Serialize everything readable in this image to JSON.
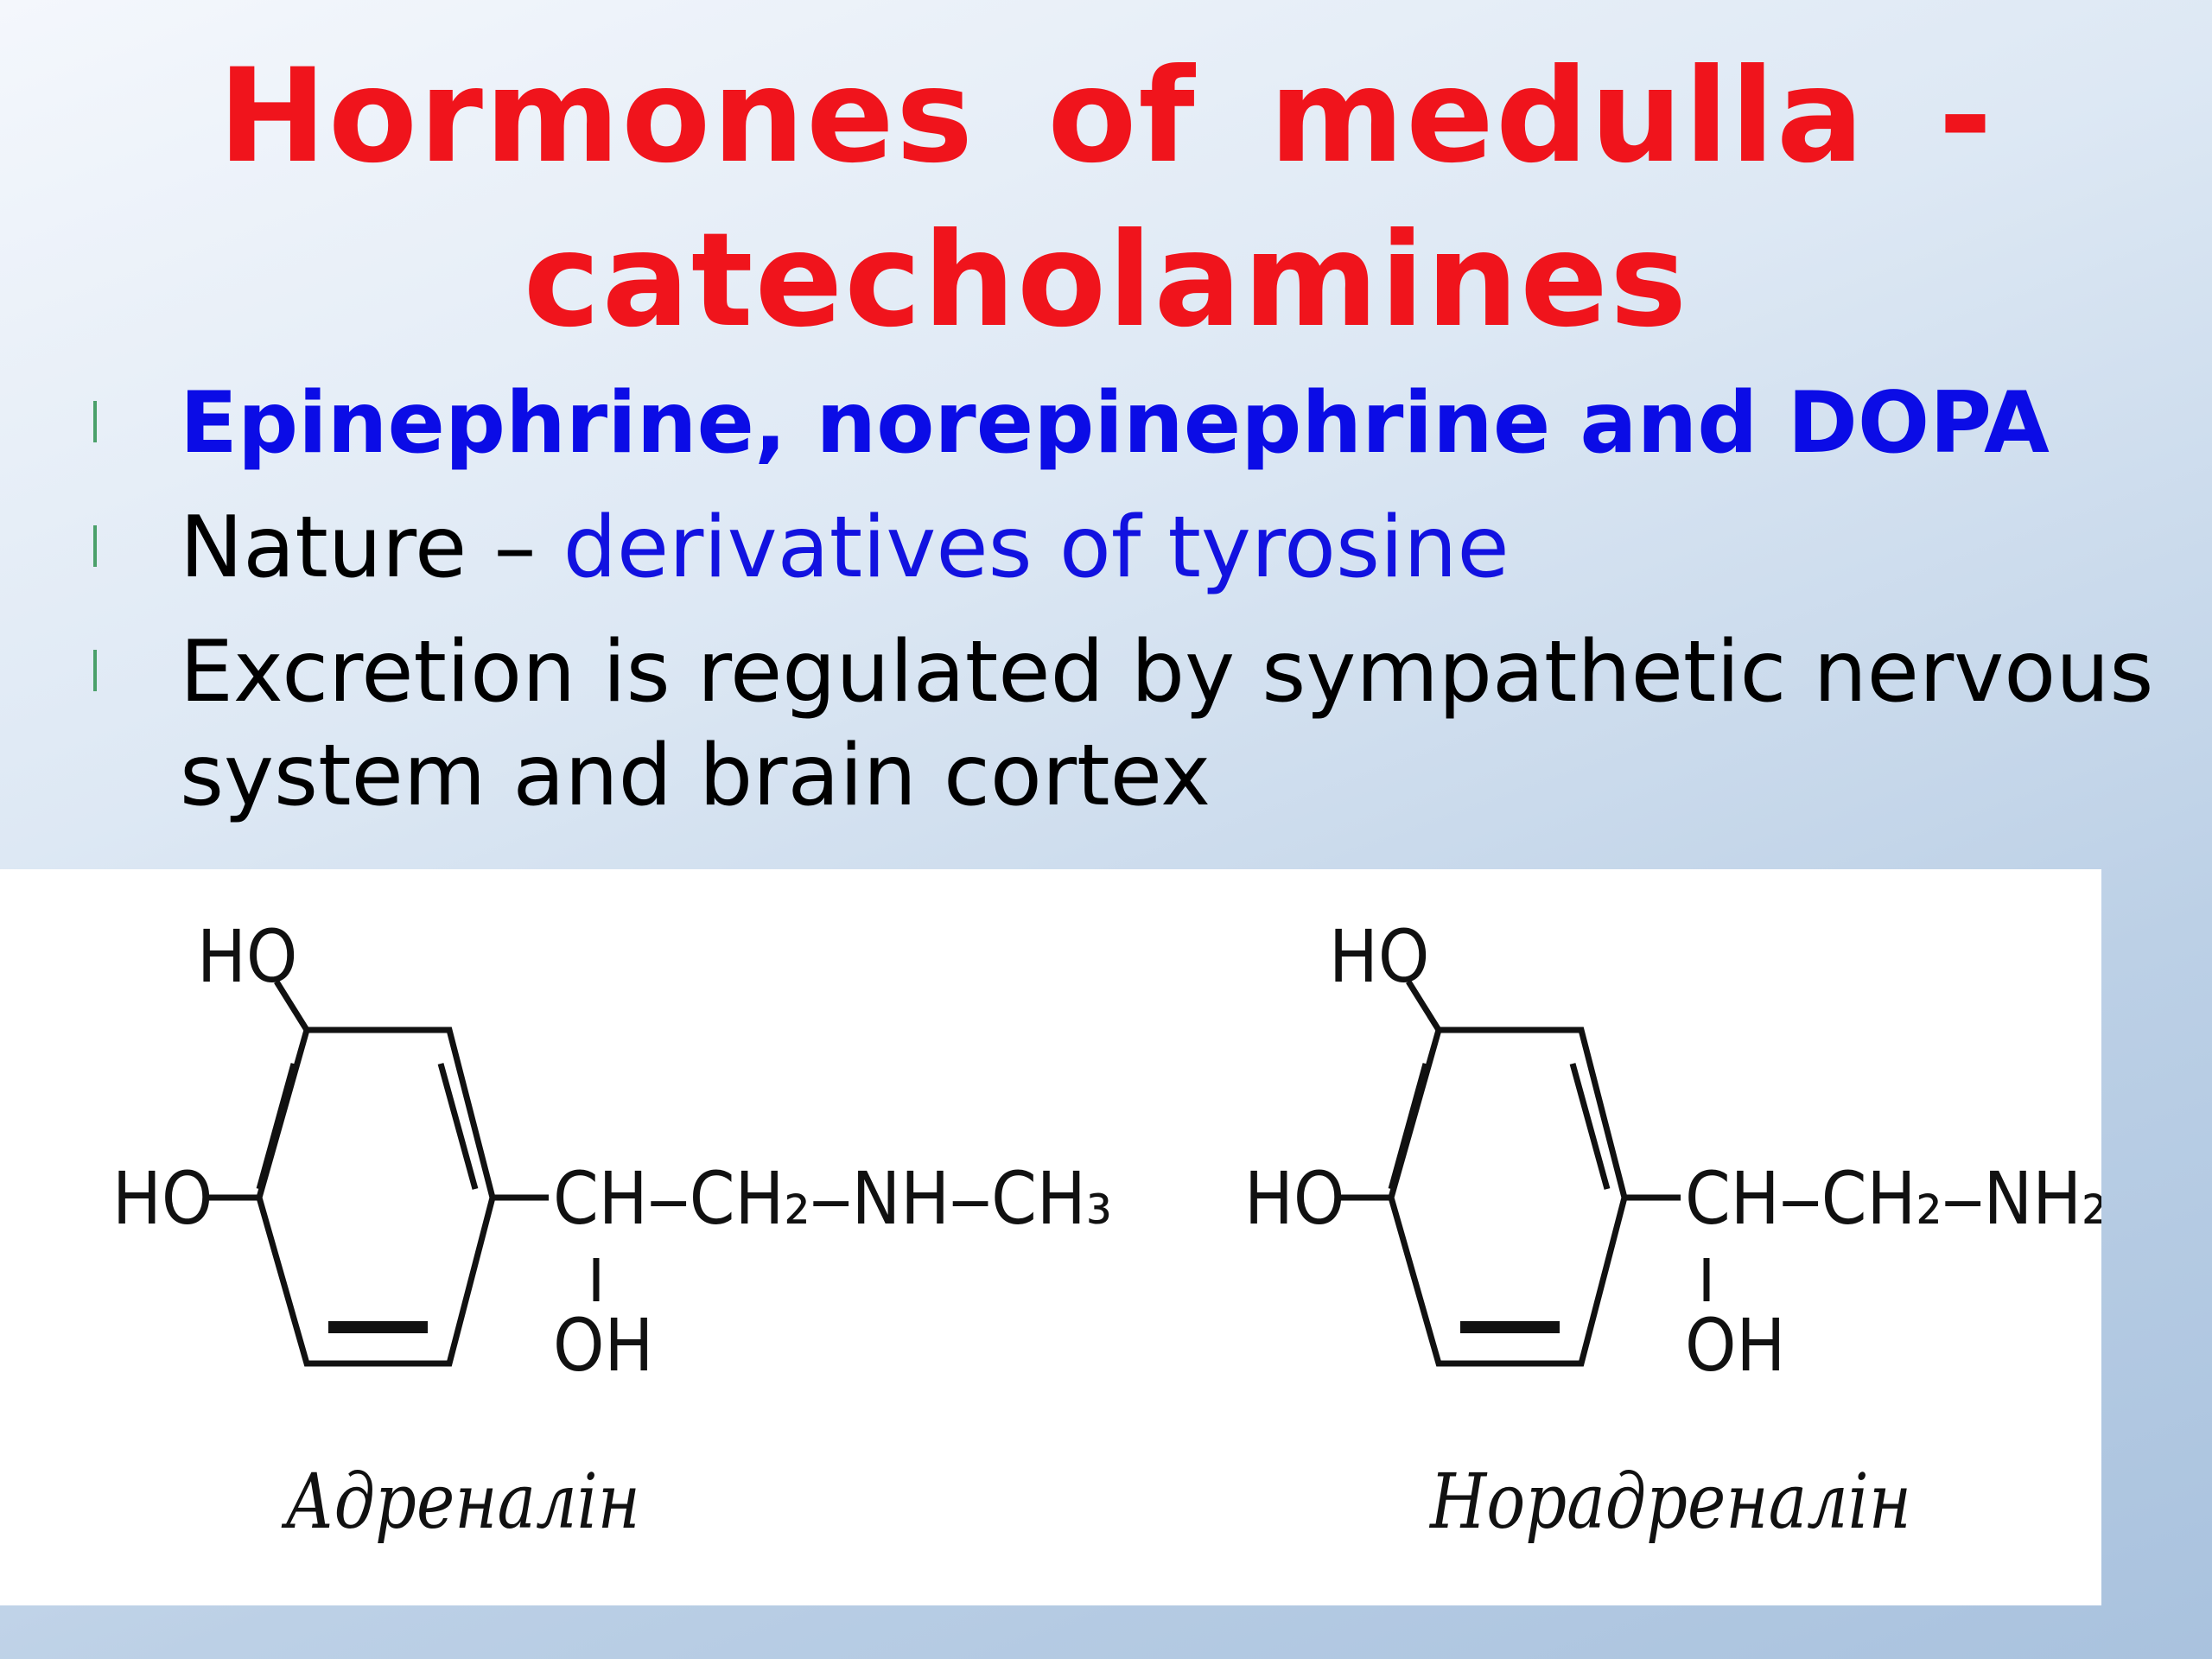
{
  "slide": {
    "title_line1": "Hormones of medulla -",
    "title_line2": "catecholamines",
    "title_color": "#f0141c",
    "bullets": [
      {
        "text": "Epinephrine, norepinephrine and DOPA",
        "color": "#0b0ce6"
      },
      {
        "prefix": "Nature – ",
        "highlight": "derivatives of tyrosine",
        "highlight_color": "#1212e0"
      },
      {
        "text": "Excretion is regulated by sympathetic nervous system and brain cortex"
      }
    ]
  },
  "figure": {
    "left": {
      "caption": "Адреналін",
      "ho_top": "HO",
      "ho_left": "HO",
      "chain": "CH‒CH₂‒NH‒CH₃",
      "oh": "OH"
    },
    "right": {
      "caption": "Норадреналін",
      "ho_top": "HO",
      "ho_left": "HO",
      "chain": "CH‒CH₂‒NH₂",
      "oh": "OH"
    }
  }
}
